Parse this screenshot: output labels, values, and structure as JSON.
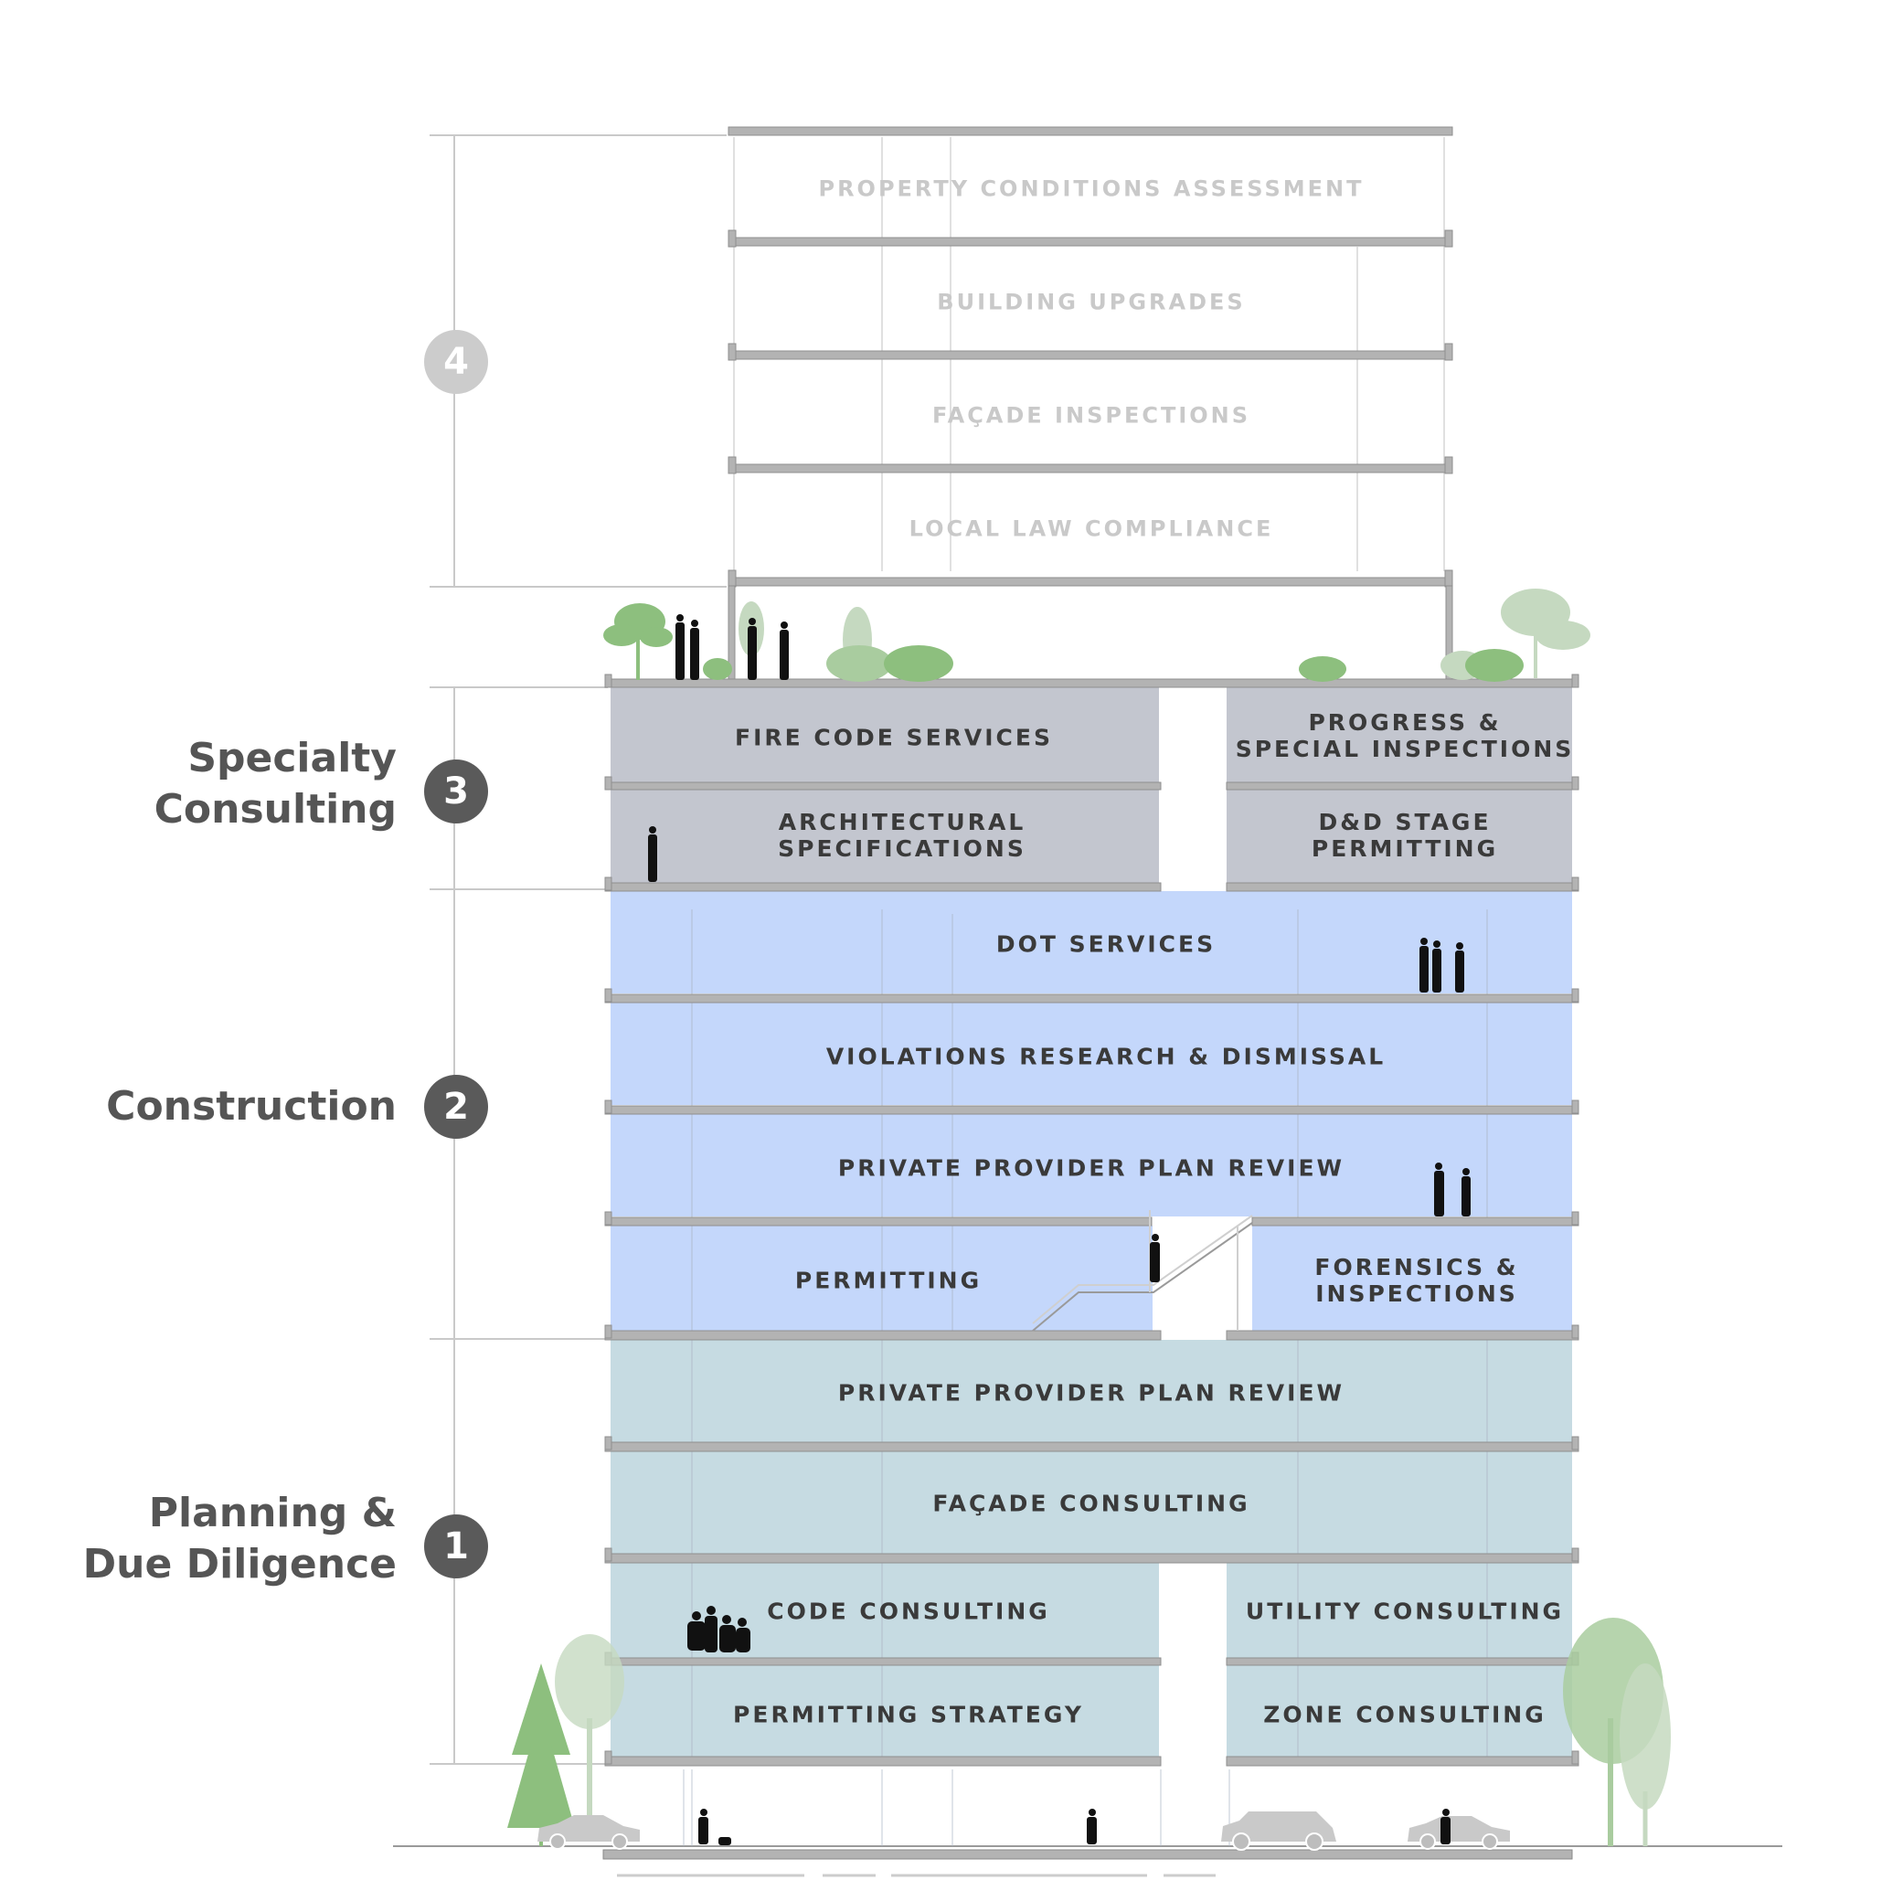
{
  "phases": [
    {
      "number": "4",
      "name": "",
      "color": "#cccccc"
    },
    {
      "number": "3",
      "name": "Specialty\nConsulting",
      "color": "#5a5a5a"
    },
    {
      "number": "2",
      "name": "Construction",
      "color": "#5a5a5a"
    },
    {
      "number": "1",
      "name": "Planning &\nDue Diligence",
      "color": "#5a5a5a"
    }
  ],
  "floors": {
    "property_conditions": "PROPERTY CONDITIONS ASSESSMENT",
    "building_upgrades": "BUILDING UPGRADES",
    "facade_inspections": "FAÇADE INSPECTIONS",
    "local_law": "LOCAL LAW COMPLIANCE",
    "fire_code": "FIRE CODE SERVICES",
    "progress_special": "PROGRESS &\nSPECIAL INSPECTIONS",
    "architectural_specs": "ARCHITECTURAL\nSPECIFICATIONS",
    "dd_stage": "D&D STAGE\nPERMITTING",
    "dot_services": "DOT SERVICES",
    "violations": "VIOLATIONS RESEARCH & DISMISSAL",
    "private_provider_construction": "PRIVATE PROVIDER PLAN REVIEW",
    "permitting": "PERMITTING",
    "forensics": "FORENSICS &\nINSPECTIONS",
    "private_provider_planning": "PRIVATE PROVIDER PLAN REVIEW",
    "facade_consulting": "FAÇADE CONSULTING",
    "code_consulting": "CODE CONSULTING",
    "utility_consulting": "UTILITY CONSULTING",
    "permitting_strategy": "PERMITTING STRATEGY",
    "zone_consulting": "ZONE CONSULTING"
  },
  "colors": {
    "specialty_fill": "#c3c6cf",
    "construction_fill": "#c4d7fb",
    "planning_fill": "#c6dbe2",
    "slab": "#b3b3b3",
    "tree_dark": "#8dbf7e",
    "tree_light": "#c5d9c0",
    "car": "#c9c9c9",
    "people": "#111111"
  }
}
